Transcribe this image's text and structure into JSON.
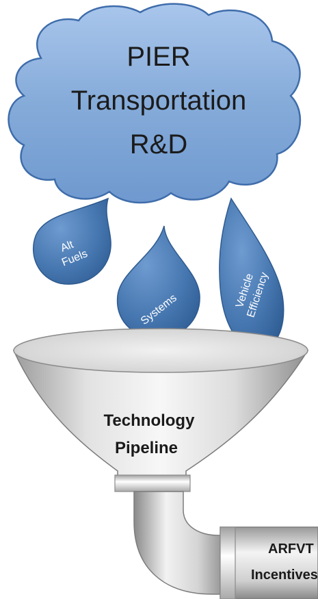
{
  "cloud": {
    "lines": [
      "PIER",
      "Transportation",
      "R&D"
    ],
    "color": "#7fa7d8"
  },
  "drops": {
    "alt_fuels": [
      "Alt",
      "Fuels"
    ],
    "systems": [
      "Systems"
    ],
    "vehicle_efficiency": [
      "Vehicle",
      "Efficiency"
    ],
    "color": "#3f6fa6"
  },
  "funnel": {
    "lines": [
      "Technology",
      "Pipeline"
    ],
    "color": "#d9d9d9"
  },
  "pipe": {
    "lines": [
      "ARFVT",
      "Incentives"
    ]
  }
}
